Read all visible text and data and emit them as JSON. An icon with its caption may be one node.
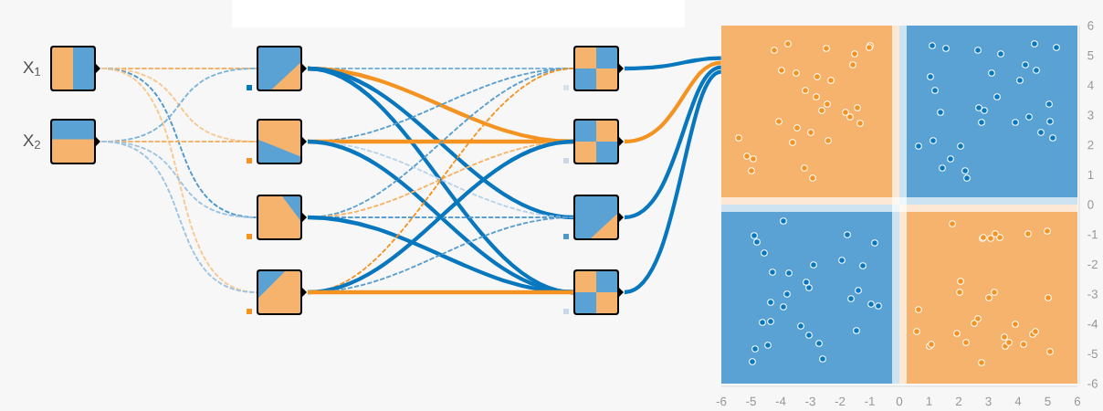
{
  "diagram": {
    "nodes": [
      {
        "text": [],
        "shape": "box",
        "beside": [
          "X$_{1}$"
        ]
      },
      {
        "text": [],
        "shape": "box",
        "beside": [
          "X$_{2}$"
        ]
      },
      {
        "text": [],
        "shape": "box"
      },
      {
        "text": [],
        "shape": "box"
      },
      {
        "text": [],
        "shape": "box"
      },
      {
        "text": [],
        "shape": "box"
      },
      {
        "text": [],
        "shape": "box"
      },
      {
        "text": [],
        "shape": "box"
      },
      {
        "text": [],
        "shape": "box"
      },
      {
        "text": [],
        "shape": "box"
      },
      {
        "text": [],
        "shape": "picture"
      }
    ],
    "edges": [
      {
        "from": 0,
        "to": 2,
        "arrow": "none",
        "color": "#f5b26b",
        "style": "dashed"
      },
      {
        "from": 0,
        "to": 3,
        "arrow": "none",
        "color": "#f7c891",
        "style": "dashed"
      },
      {
        "from": 0,
        "to": 4,
        "arrow": "none",
        "color": "#4f98cc",
        "style": "dashed"
      },
      {
        "from": 0,
        "to": 5,
        "arrow": "none",
        "color": "#f7c891",
        "style": "dashed"
      },
      {
        "from": 1,
        "to": 2,
        "arrow": "none",
        "color": "#7fb4d9",
        "style": "dashed"
      },
      {
        "from": 1,
        "to": 3,
        "arrow": "none",
        "color": "#f5b26b",
        "style": "dashed"
      },
      {
        "from": 1,
        "to": 4,
        "arrow": "none",
        "color": "#9cc4e2",
        "style": "dashed"
      },
      {
        "from": 1,
        "to": 5,
        "arrow": "none",
        "color": "#9cc4e2",
        "style": "dashed"
      },
      {
        "from": 2,
        "to": 6,
        "arrow": "none",
        "color": "#7fb4d9",
        "style": "dashed"
      },
      {
        "from": 2,
        "to": 7,
        "arrow": "none",
        "color": "#f59322",
        "style": "thick"
      },
      {
        "from": 2,
        "to": 8,
        "arrow": "none",
        "color": "#0877bd",
        "style": "thick"
      },
      {
        "from": 2,
        "to": 9,
        "arrow": "none",
        "color": "#0877bd",
        "style": "thick"
      },
      {
        "from": 3,
        "to": 6,
        "arrow": "none",
        "color": "#5a9fd0",
        "style": "dashed"
      },
      {
        "from": 3,
        "to": 7,
        "arrow": "none",
        "color": "#f59322",
        "style": "thick"
      },
      {
        "from": 3,
        "to": 8,
        "arrow": "none",
        "color": "#b8d4ea",
        "style": "dashed"
      },
      {
        "from": 3,
        "to": 9,
        "arrow": "none",
        "color": "#0877bd",
        "style": "thick"
      },
      {
        "from": 4,
        "to": 6,
        "arrow": "none",
        "color": "#5a9fd0",
        "style": "dashed"
      },
      {
        "from": 4,
        "to": 7,
        "arrow": "none",
        "color": "#f7b36a",
        "style": "dashed"
      },
      {
        "from": 4,
        "to": 8,
        "arrow": "none",
        "color": "#5a9fd0",
        "style": "dashed"
      },
      {
        "from": 4,
        "to": 9,
        "arrow": "none",
        "color": "#0877bd",
        "style": "thick"
      },
      {
        "from": 5,
        "to": 6,
        "arrow": "none",
        "color": "#f59322",
        "style": "dashed"
      },
      {
        "from": 5,
        "to": 7,
        "arrow": "none",
        "color": "#0877bd",
        "style": "thick"
      },
      {
        "from": 5,
        "to": 8,
        "arrow": "none",
        "color": "#5a9fd0",
        "style": "dashed"
      },
      {
        "from": 5,
        "to": 9,
        "arrow": "none",
        "color": "#f59322",
        "style": "thick"
      },
      {
        "from": 6,
        "to": 10,
        "arrow": "none",
        "color": "#0877bd",
        "style": "thick"
      },
      {
        "from": 7,
        "to": 10,
        "arrow": "none",
        "color": "#f59322",
        "style": "thick"
      },
      {
        "from": 8,
        "to": 10,
        "arrow": "none",
        "color": "#0877bd",
        "style": "thick"
      },
      {
        "from": 9,
        "to": 10,
        "arrow": "none",
        "color": "#0877bd",
        "style": "thick"
      }
    ],
    "labels": [
      "6",
      "5",
      "4",
      "3",
      "2",
      "1",
      "0",
      "-1",
      "-2",
      "-3",
      "-4",
      "-5",
      "-6",
      "-6",
      "-5",
      "-4",
      "-3",
      "-2",
      "-1",
      "0",
      "1",
      "2",
      "3",
      "4",
      "5",
      "6"
    ]
  }
}
